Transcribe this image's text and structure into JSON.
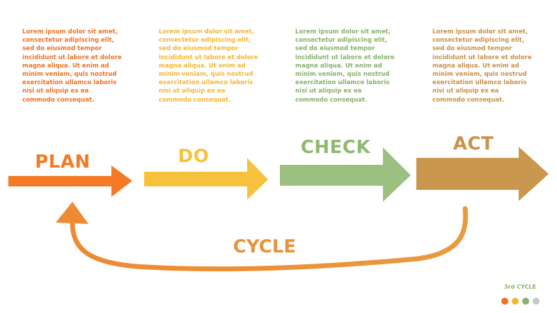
{
  "stages": [
    {
      "label": "PLAN",
      "color": "#f47a26",
      "text": "Lorem ipsum dolor sit amet, consectetur adipiscing elit, sed do eiusmod tempor incididunt ut labore et dolore magna aliqua. Ut enim ad minim veniam, quis nostrud exercitation ullamco laboris nisi ut aliquip ex ea commodo consequat."
    },
    {
      "label": "DO",
      "color": "#f7c23b",
      "text": "Lorem ipsum dolor sit amet, consectetur adipiscing elit, sed do eiusmod tempor incididunt ut labore et dolore magna aliqua. Ut enim ad minim veniam, quis nostrud exercitation ullamco laboris nisi ut aliquip ex ea commodo consequat."
    },
    {
      "label": "CHECK",
      "color": "#9cc07f",
      "text": "Lorem ipsum dolor sit amet, consectetur adipiscing elit, sed do eiusmod tempor incididunt ut labore et dolore magna aliqua. Ut enim ad minim veniam, quis nostrud exercitation ullamco laboris nisi ut aliquip ex ea commodo consequat."
    },
    {
      "label": "ACT",
      "color": "#c9974d",
      "text": "Lorem ipsum dolor sit amet, consectetur adipiscing elit, sed do eiusmod tempor incididunt ut labore et dolore magna aliqua. Ut enim ad minim veniam, quis nostrud exercitation ullamco laboris nisi ut aliquip ex ea commodo consequat."
    }
  ],
  "cycle": {
    "label": "CYCLE",
    "color": "#e8923a"
  },
  "indicator": {
    "label": "3rd CYCLE",
    "dots": [
      "#ee7127",
      "#f5b732",
      "#86b26a",
      "#c8c8c8"
    ]
  }
}
